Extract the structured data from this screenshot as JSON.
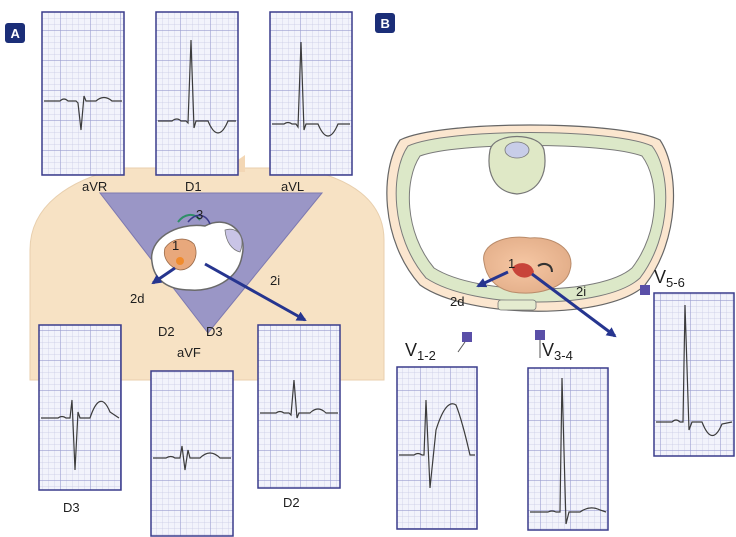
{
  "panel_a": {
    "badge": "A",
    "leads": {
      "avr_caption": "aVR",
      "d1_caption": "D1",
      "avl_caption": "aVL",
      "d3_caption": "D3",
      "avf_caption": "aVF",
      "d2_caption": "D2"
    },
    "triangle_labels": {
      "left": "D2",
      "right": "D3"
    },
    "heart_labels": {
      "one": "1",
      "three": "3",
      "two_d": "2d",
      "two_i": "2i"
    }
  },
  "panel_b": {
    "badge": "B",
    "heart_labels": {
      "one": "1",
      "two_d": "2d",
      "two_i": "2i"
    },
    "leads": {
      "v12_letter": "V",
      "v12_sub": "1-2",
      "v34_letter": "V",
      "v34_sub": "3-4",
      "v56_letter": "V",
      "v56_sub": "5-6"
    }
  },
  "colors": {
    "badge": "#1b2e78",
    "strip_border": "#3a3c8c",
    "strip_bg": "#f2f3fb",
    "grid_fine": "#c7c9e4",
    "grid_bold": "#9b9ed0",
    "trace": "#3c3c3c",
    "torso": "#f7e2c4",
    "triangle": "#9a96c6",
    "arrow": "#26358f",
    "chest_wall": "#dce8c8",
    "electrode": "#5a4fa8"
  }
}
